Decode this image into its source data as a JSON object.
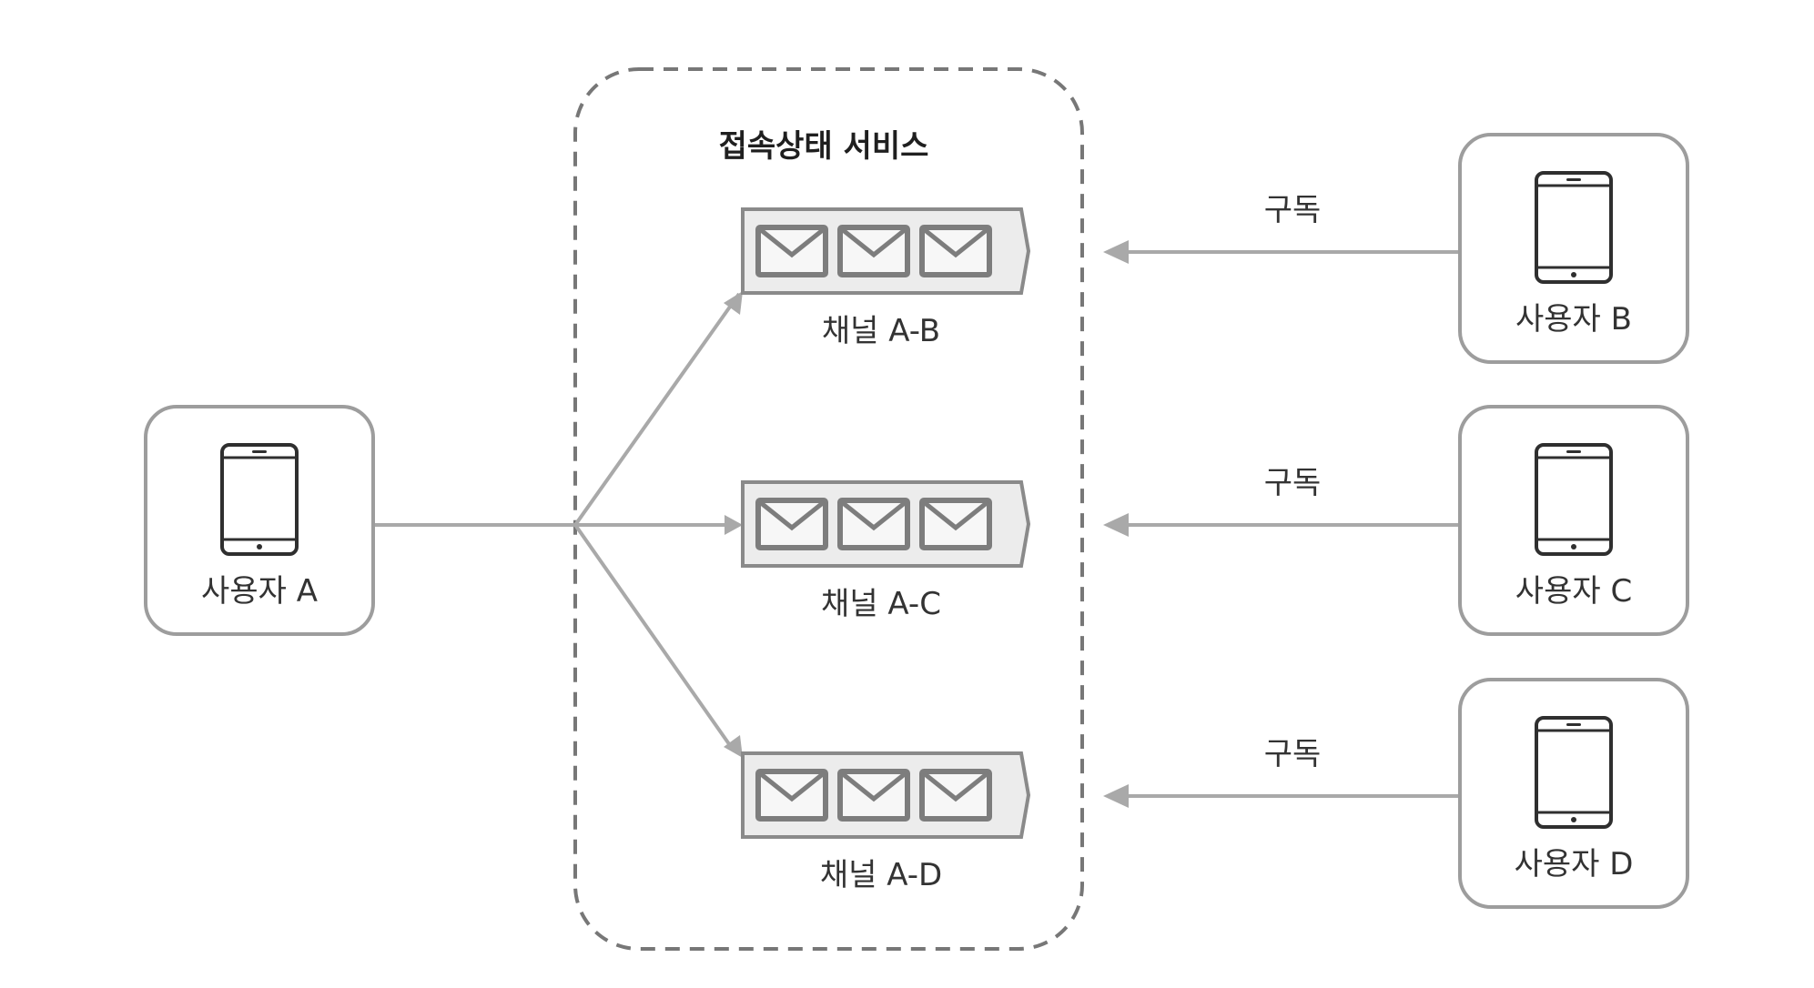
{
  "service": {
    "title": "접속상태 서비스"
  },
  "publisher": {
    "label": "사용자 A"
  },
  "channels": [
    {
      "label": "채널 A-B"
    },
    {
      "label": "채널 A-C"
    },
    {
      "label": "채널 A-D"
    }
  ],
  "subscribers": [
    {
      "label": "사용자 B",
      "edge_label": "구독"
    },
    {
      "label": "사용자 C",
      "edge_label": "구독"
    },
    {
      "label": "사용자 D",
      "edge_label": "구독"
    }
  ],
  "icons": {
    "device": "smartphone-icon",
    "message": "envelope-icon",
    "queue": "message-queue-icon"
  },
  "colors": {
    "arrow": "#a9a9a9",
    "box_border": "#9d9d9d",
    "service_border": "#777777",
    "phone": "#2f2f2f",
    "text": "#333333"
  }
}
